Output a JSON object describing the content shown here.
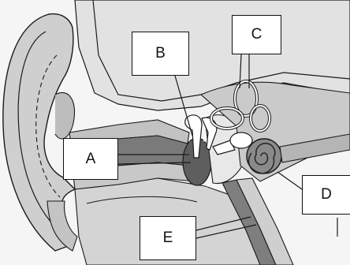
{
  "labels": {
    "a": "A",
    "b": "B",
    "c": "C",
    "d": "D",
    "e": "E"
  },
  "colors": {
    "background": "#f5f5f5",
    "tissue_light": "#dcdcdc",
    "tissue_mid": "#c6c6c6",
    "tissue_dark": "#9b9b9b",
    "canal_dark": "#6e6e6e",
    "outline": "#1a1a1a"
  }
}
